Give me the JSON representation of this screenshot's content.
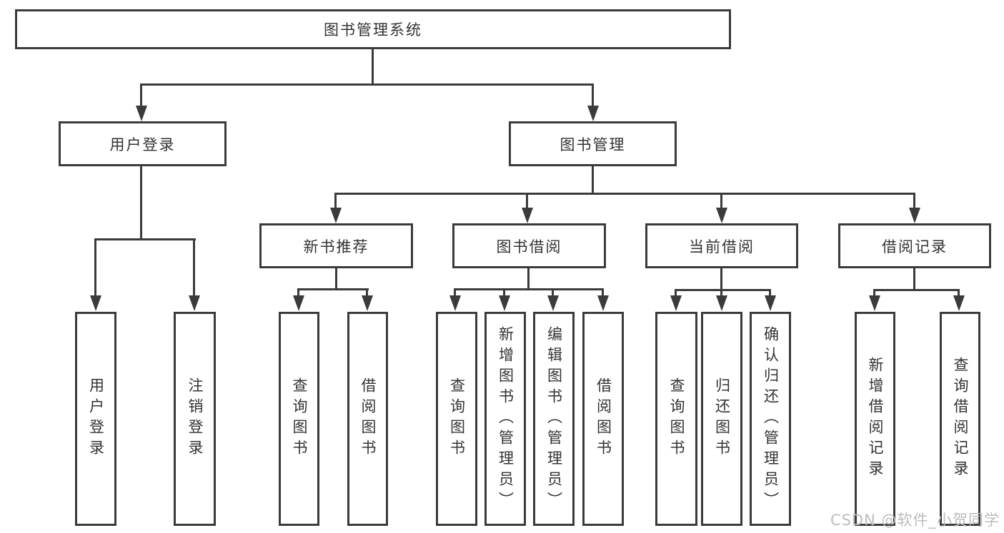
{
  "tree": {
    "root": {
      "label": "图书管理系统",
      "children": [
        {
          "label": "用户登录",
          "children": [
            {
              "label": "用户登录"
            },
            {
              "label": "注销登录"
            }
          ]
        },
        {
          "label": "图书管理",
          "children": [
            {
              "label": "新书推荐",
              "children": [
                {
                  "label": "查询图书"
                },
                {
                  "label": "借阅图书"
                }
              ]
            },
            {
              "label": "图书借阅",
              "children": [
                {
                  "label": "查询图书"
                },
                {
                  "label": "新增图书（管理员）"
                },
                {
                  "label": "编辑图书（管理员）"
                },
                {
                  "label": "借阅图书"
                }
              ]
            },
            {
              "label": "当前借阅",
              "children": [
                {
                  "label": "查询图书"
                },
                {
                  "label": "归还图书"
                },
                {
                  "label": "确认归还（管理员）"
                }
              ]
            },
            {
              "label": "借阅记录",
              "children": [
                {
                  "label": "新增借阅记录"
                },
                {
                  "label": "查询借阅记录"
                }
              ]
            }
          ]
        }
      ]
    }
  },
  "watermark": {
    "text": "CSDN @软件_小贺同学"
  },
  "colors": {
    "line": "#3b3b3b",
    "text": "#333333",
    "watermark": "#bdbdbd",
    "background": "#ffffff"
  }
}
